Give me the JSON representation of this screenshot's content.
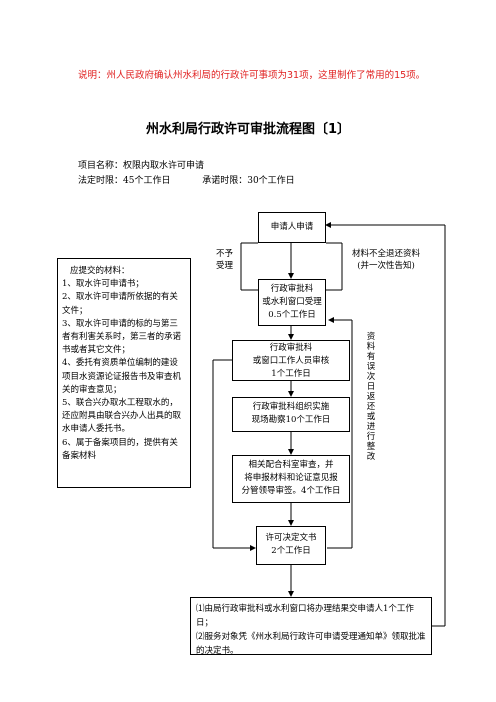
{
  "note": "说明：州人民政府确认州水利局的行政许可事项为31项，这里制作了常用的15项。",
  "title": "州水利局行政许可审批流程图〔1〕",
  "project": {
    "label": "项目名称：",
    "value": "权限内取水许可申请"
  },
  "legal_time": {
    "label": "法定时限：",
    "value": "45个工作日"
  },
  "promise_time": {
    "label": "承诺时限：",
    "value": "30个工作日"
  },
  "flow": {
    "apply": "申请人申请",
    "reject": [
      "不予",
      "受理"
    ],
    "incomplete": [
      "材料不全退还资料",
      "(并一次性告知)"
    ],
    "accept": [
      "行政审批科",
      "或水利窗口受理",
      "0.5个工作日"
    ],
    "review": [
      "行政审批科",
      "或窗口工作人员审核",
      "1个工作日"
    ],
    "inspect": [
      "行政审批科组织实施",
      "现场勘察10个工作日"
    ],
    "sign": [
      "相关配合科室审查，并",
      "将申报材料和论证意见报",
      "分管领导审签。4个工作日"
    ],
    "decision": [
      "许可决定文书",
      "2个工作日"
    ],
    "return_side": "资料有误次日返还或进行整改"
  },
  "materials": {
    "heading": "应提交的材料：",
    "items": [
      "1、取水许可申请书；",
      "2、取水许可申请所依据的有关文件；",
      "3、取水许可申请的标的与第三者有利害关系时，第三者的承诺书或者其它文件；",
      "4、委托有资质单位编制的建设项目水资源论证报告书及审查机关的审查意见；",
      "5、联合兴办取水工程取水的，还应附具由联合兴办人出具的取水申请人委托书。",
      "6、属于备案项目的，提供有关备案材料"
    ]
  },
  "result": [
    "⑴由局行政审批科或水利窗口将办理结果交申请人1个工作日；",
    "⑵服务对象凭《州水利局行政许可申请受理通知单》领取批准的决定书。"
  ]
}
